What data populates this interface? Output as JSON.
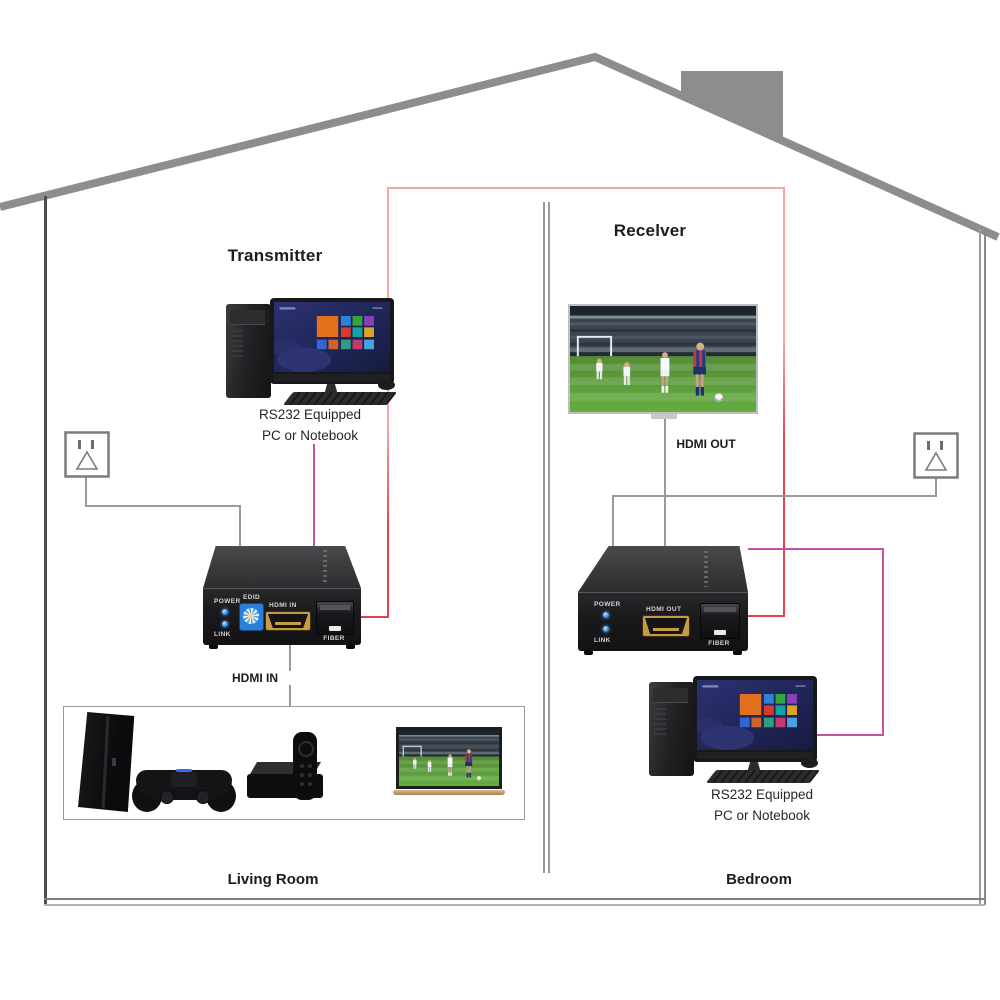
{
  "transmitter": {
    "title": "Transmitter",
    "room": "Living Room",
    "pc_caption_line1": "RS232 Equipped",
    "pc_caption_line2": "PC or Notebook",
    "hdmi_label": "HDMI IN",
    "panel": {
      "power": "POWER",
      "link": "LINK",
      "edid": "EDID",
      "hdmi": "HDMI IN",
      "fiber": "FIBER"
    }
  },
  "receiver": {
    "title": "Recelver",
    "room": "Bedroom",
    "pc_caption_line1": "RS232 Equipped",
    "pc_caption_line2": "PC or Notebook",
    "hdmi_label": "HDMI OUT",
    "panel": {
      "power": "POWER",
      "link": "LINK",
      "hdmi": "HDMI OUT",
      "fiber": "FIBER"
    }
  },
  "devices": {
    "transmitter_sources": [
      "ps4-console",
      "game-controller",
      "set-top-box",
      "remote-control",
      "laptop"
    ],
    "transmitter_pc": "desktop-pc",
    "receiver_display": "tv",
    "receiver_pc": "desktop-pc",
    "outlets": "power-outlet"
  },
  "colors": {
    "roof_gray": "#8d8d8d",
    "wall_gray": "#9a9a9a",
    "fiber_link_pink": "#f4a6ab",
    "fiber_link_red": "#e4404a",
    "rs232_magenta": "#c552a5",
    "power_line_gray": "#9a9a9a",
    "led_blue": "#3fa0f0",
    "hdmi_port_gold": "#c79b43"
  }
}
